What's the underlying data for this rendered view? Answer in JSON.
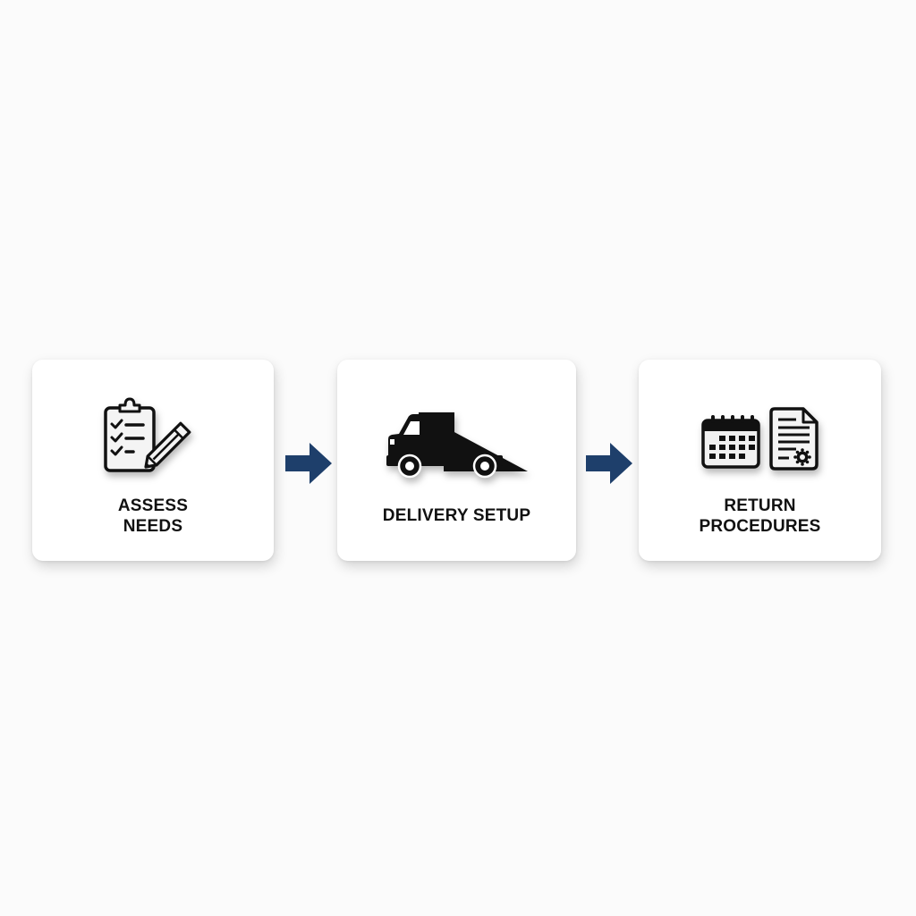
{
  "diagram": {
    "type": "process-flow",
    "direction": "left-to-right",
    "steps": [
      {
        "id": 1,
        "icon": "clipboard-checklist-pencil-icon",
        "label_lines": [
          "ASSESS",
          "NEEDS"
        ]
      },
      {
        "id": 2,
        "icon": "flatbed-truck-icon",
        "label_lines": [
          "DELIVERY SETUP"
        ]
      },
      {
        "id": 3,
        "icon": "calendar-and-certificate-icon",
        "label_lines": [
          "RETURN",
          "PROCEDURES"
        ]
      }
    ],
    "connectors": [
      {
        "from": 1,
        "to": 2,
        "icon": "arrow-right-icon"
      },
      {
        "from": 2,
        "to": 3,
        "icon": "arrow-right-icon"
      }
    ],
    "colors": {
      "background": "#fbfbfb",
      "card": "#ffffff",
      "text": "#111111",
      "icon": "#111111",
      "arrow": "#1e3f6b"
    }
  }
}
